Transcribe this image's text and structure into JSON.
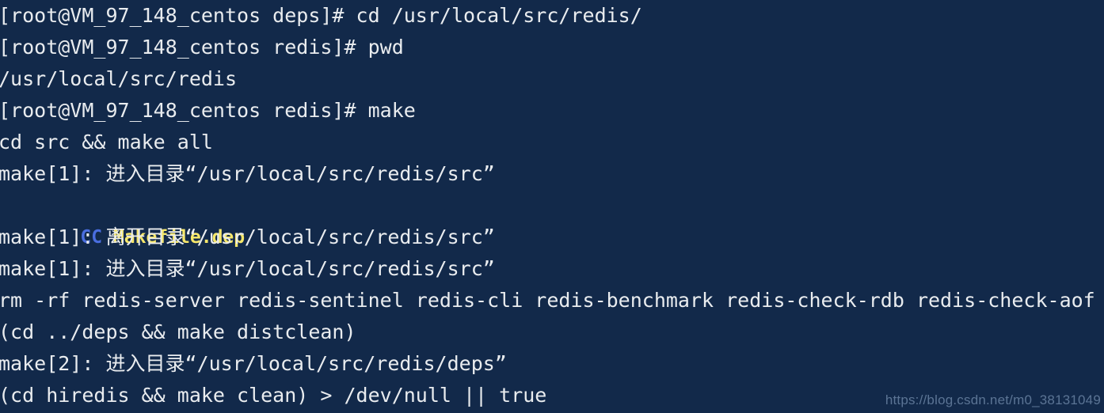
{
  "terminal": {
    "background_color": "#12294a",
    "foreground_color": "#e9ecef",
    "accent_blue": "#4a6ee0",
    "accent_yellow": "#f6e76a",
    "watermark": "https://blog.csdn.net/m0_38131049",
    "lines": [
      {
        "text": "[root@VM_97_148_centos deps]# cd /usr/local/src/redis/"
      },
      {
        "text": "[root@VM_97_148_centos redis]# pwd"
      },
      {
        "text": "/usr/local/src/redis"
      },
      {
        "text": "[root@VM_97_148_centos redis]# make"
      },
      {
        "text": "cd src && make all"
      },
      {
        "text": "make[1]: 进入目录“/usr/local/src/redis/src”"
      },
      {
        "text": "    CC Makefile.dep",
        "cc": "CC",
        "target": "Makefile.dep"
      },
      {
        "text": "make[1]: 离开目录“/usr/local/src/redis/src”"
      },
      {
        "text": "make[1]: 进入目录“/usr/local/src/redis/src”"
      },
      {
        "text": "rm -rf redis-server redis-sentinel redis-cli redis-benchmark redis-check-rdb redis-check-aof *.o *.g"
      },
      {
        "text": "(cd ../deps && make distclean)"
      },
      {
        "text": "make[2]: 进入目录“/usr/local/src/redis/deps”"
      },
      {
        "text": "(cd hiredis && make clean) > /dev/null || true"
      }
    ]
  }
}
